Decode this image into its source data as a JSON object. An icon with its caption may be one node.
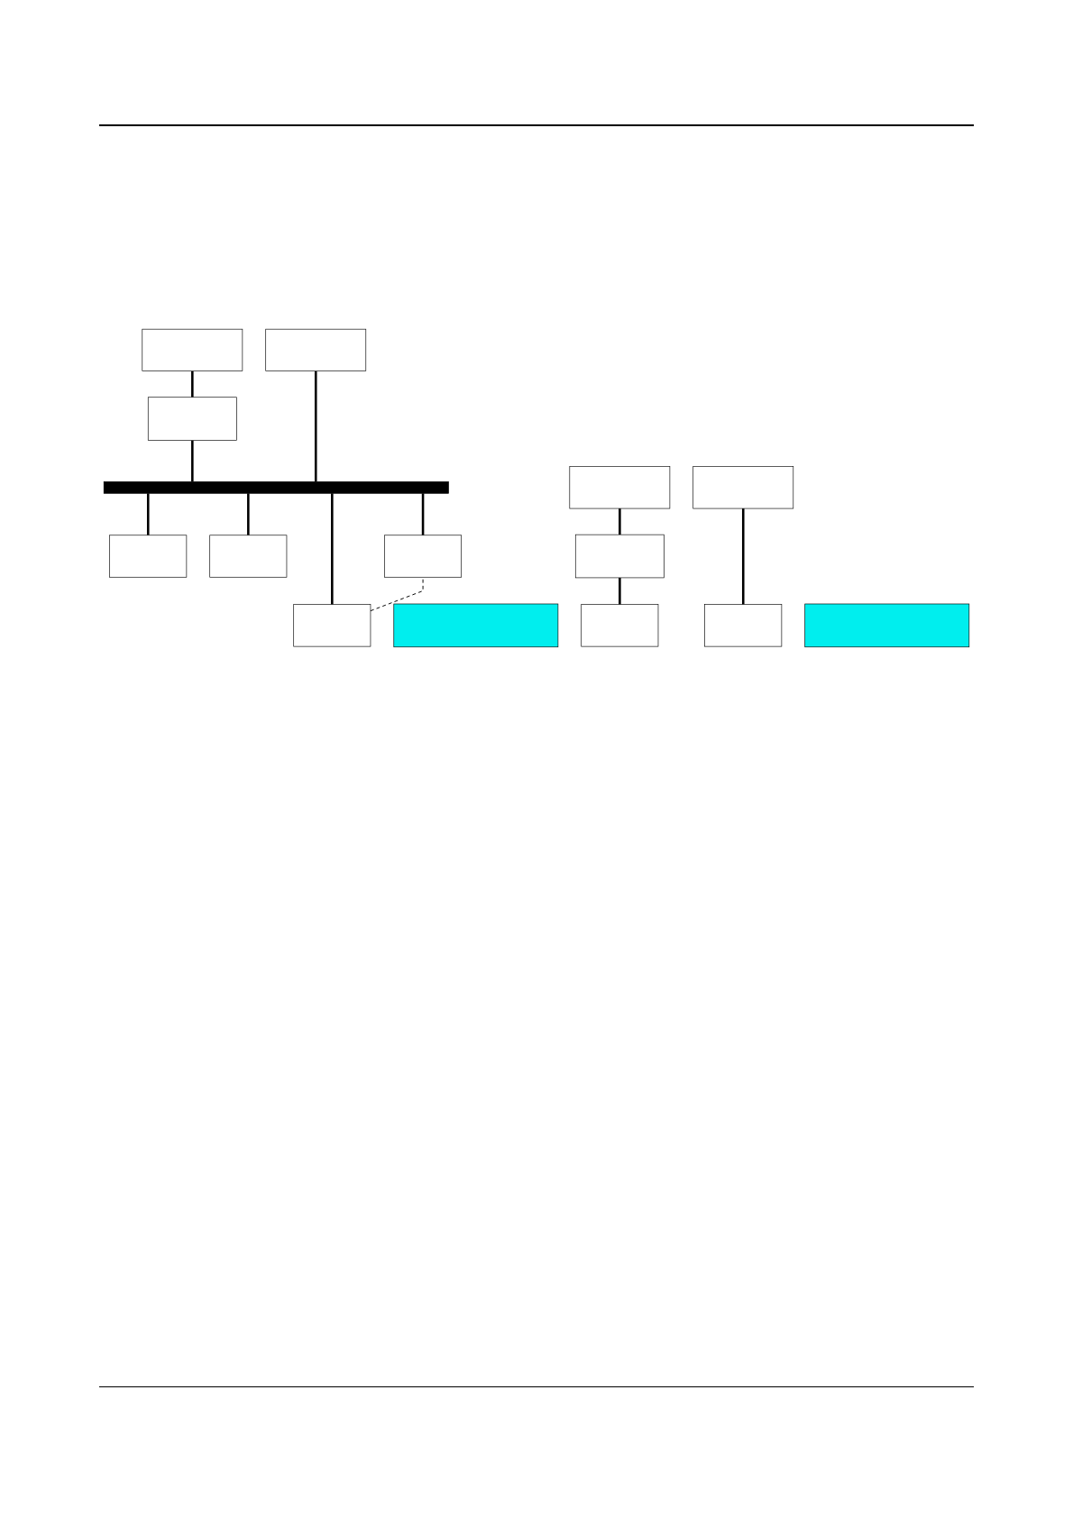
{
  "diagram": {
    "nodes": [
      {
        "text": [],
        "shape": "box"
      },
      {
        "text": [],
        "shape": "box"
      },
      {
        "text": [],
        "shape": "box"
      },
      {
        "text": [],
        "shape": "bar"
      },
      {
        "text": [],
        "shape": "box"
      },
      {
        "text": [],
        "shape": "box"
      },
      {
        "text": [],
        "shape": "box"
      },
      {
        "text": [],
        "shape": "box"
      },
      {
        "text": [],
        "shape": "box"
      },
      {
        "text": [],
        "shape": "box"
      },
      {
        "text": [],
        "shape": "box"
      },
      {
        "text": [],
        "shape": "box"
      },
      {
        "text": [],
        "shape": "box"
      },
      {
        "text": [],
        "shape": "box"
      },
      {
        "text": [],
        "shape": "box"
      }
    ],
    "edges": [
      {
        "from": 2,
        "to": 0,
        "arrow": "none"
      },
      {
        "from": 3,
        "to": 2,
        "arrow": "none"
      },
      {
        "from": 3,
        "to": 1,
        "arrow": "none"
      },
      {
        "from": 4,
        "to": 3,
        "arrow": "none"
      },
      {
        "from": 5,
        "to": 3,
        "arrow": "none"
      },
      {
        "from": 6,
        "to": 3,
        "arrow": "none"
      },
      {
        "from": 7,
        "to": 3,
        "arrow": "none"
      },
      {
        "from": 6,
        "to": 7,
        "arrow": "none",
        "style": "dashed"
      },
      {
        "from": 11,
        "to": 9,
        "arrow": "none"
      },
      {
        "from": 12,
        "to": 11,
        "arrow": "none"
      },
      {
        "from": 13,
        "to": 10,
        "arrow": "none"
      }
    ]
  }
}
